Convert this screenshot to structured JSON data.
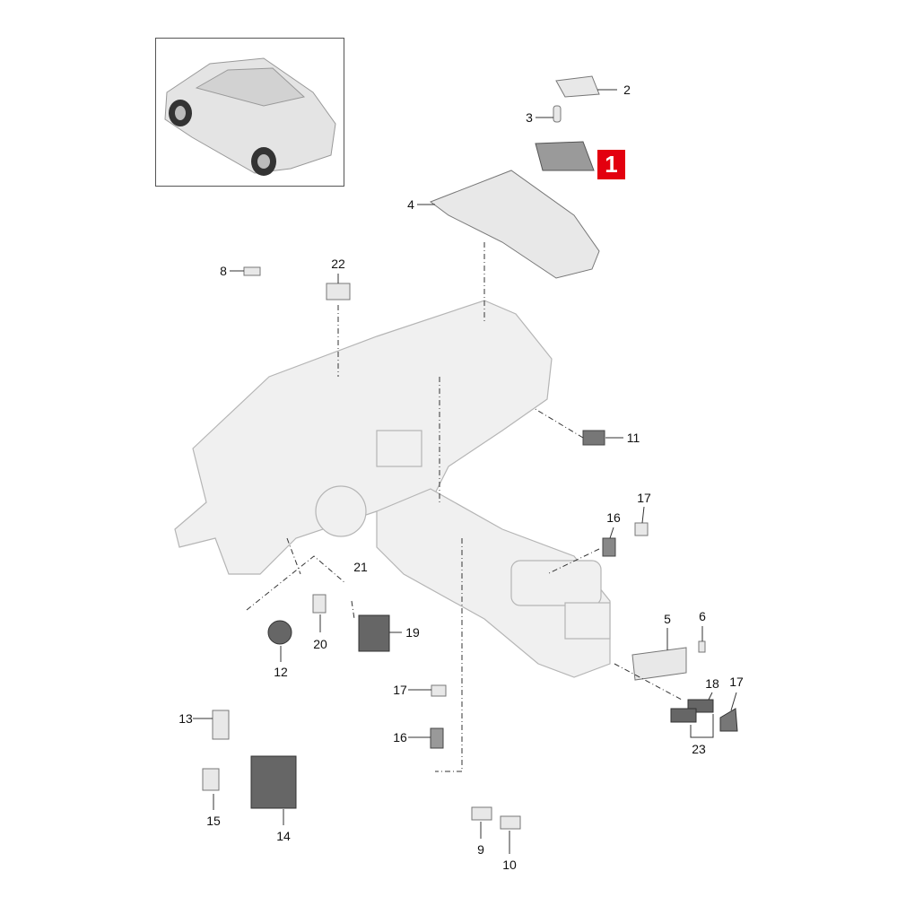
{
  "highlighted_part": {
    "label": "1",
    "color": "#e3000f"
  },
  "callouts": {
    "p2": "2",
    "p3": "3",
    "p4": "4",
    "p5": "5",
    "p6": "6",
    "p8": "8",
    "p9": "9",
    "p10": "10",
    "p11": "11",
    "p12": "12",
    "p13": "13",
    "p14": "14",
    "p15": "15",
    "p16a": "16",
    "p16b": "16",
    "p17a": "17",
    "p17b": "17",
    "p17c": "17",
    "p18": "18",
    "p19": "19",
    "p20": "20",
    "p21": "21",
    "p22": "22",
    "p23": "23"
  }
}
